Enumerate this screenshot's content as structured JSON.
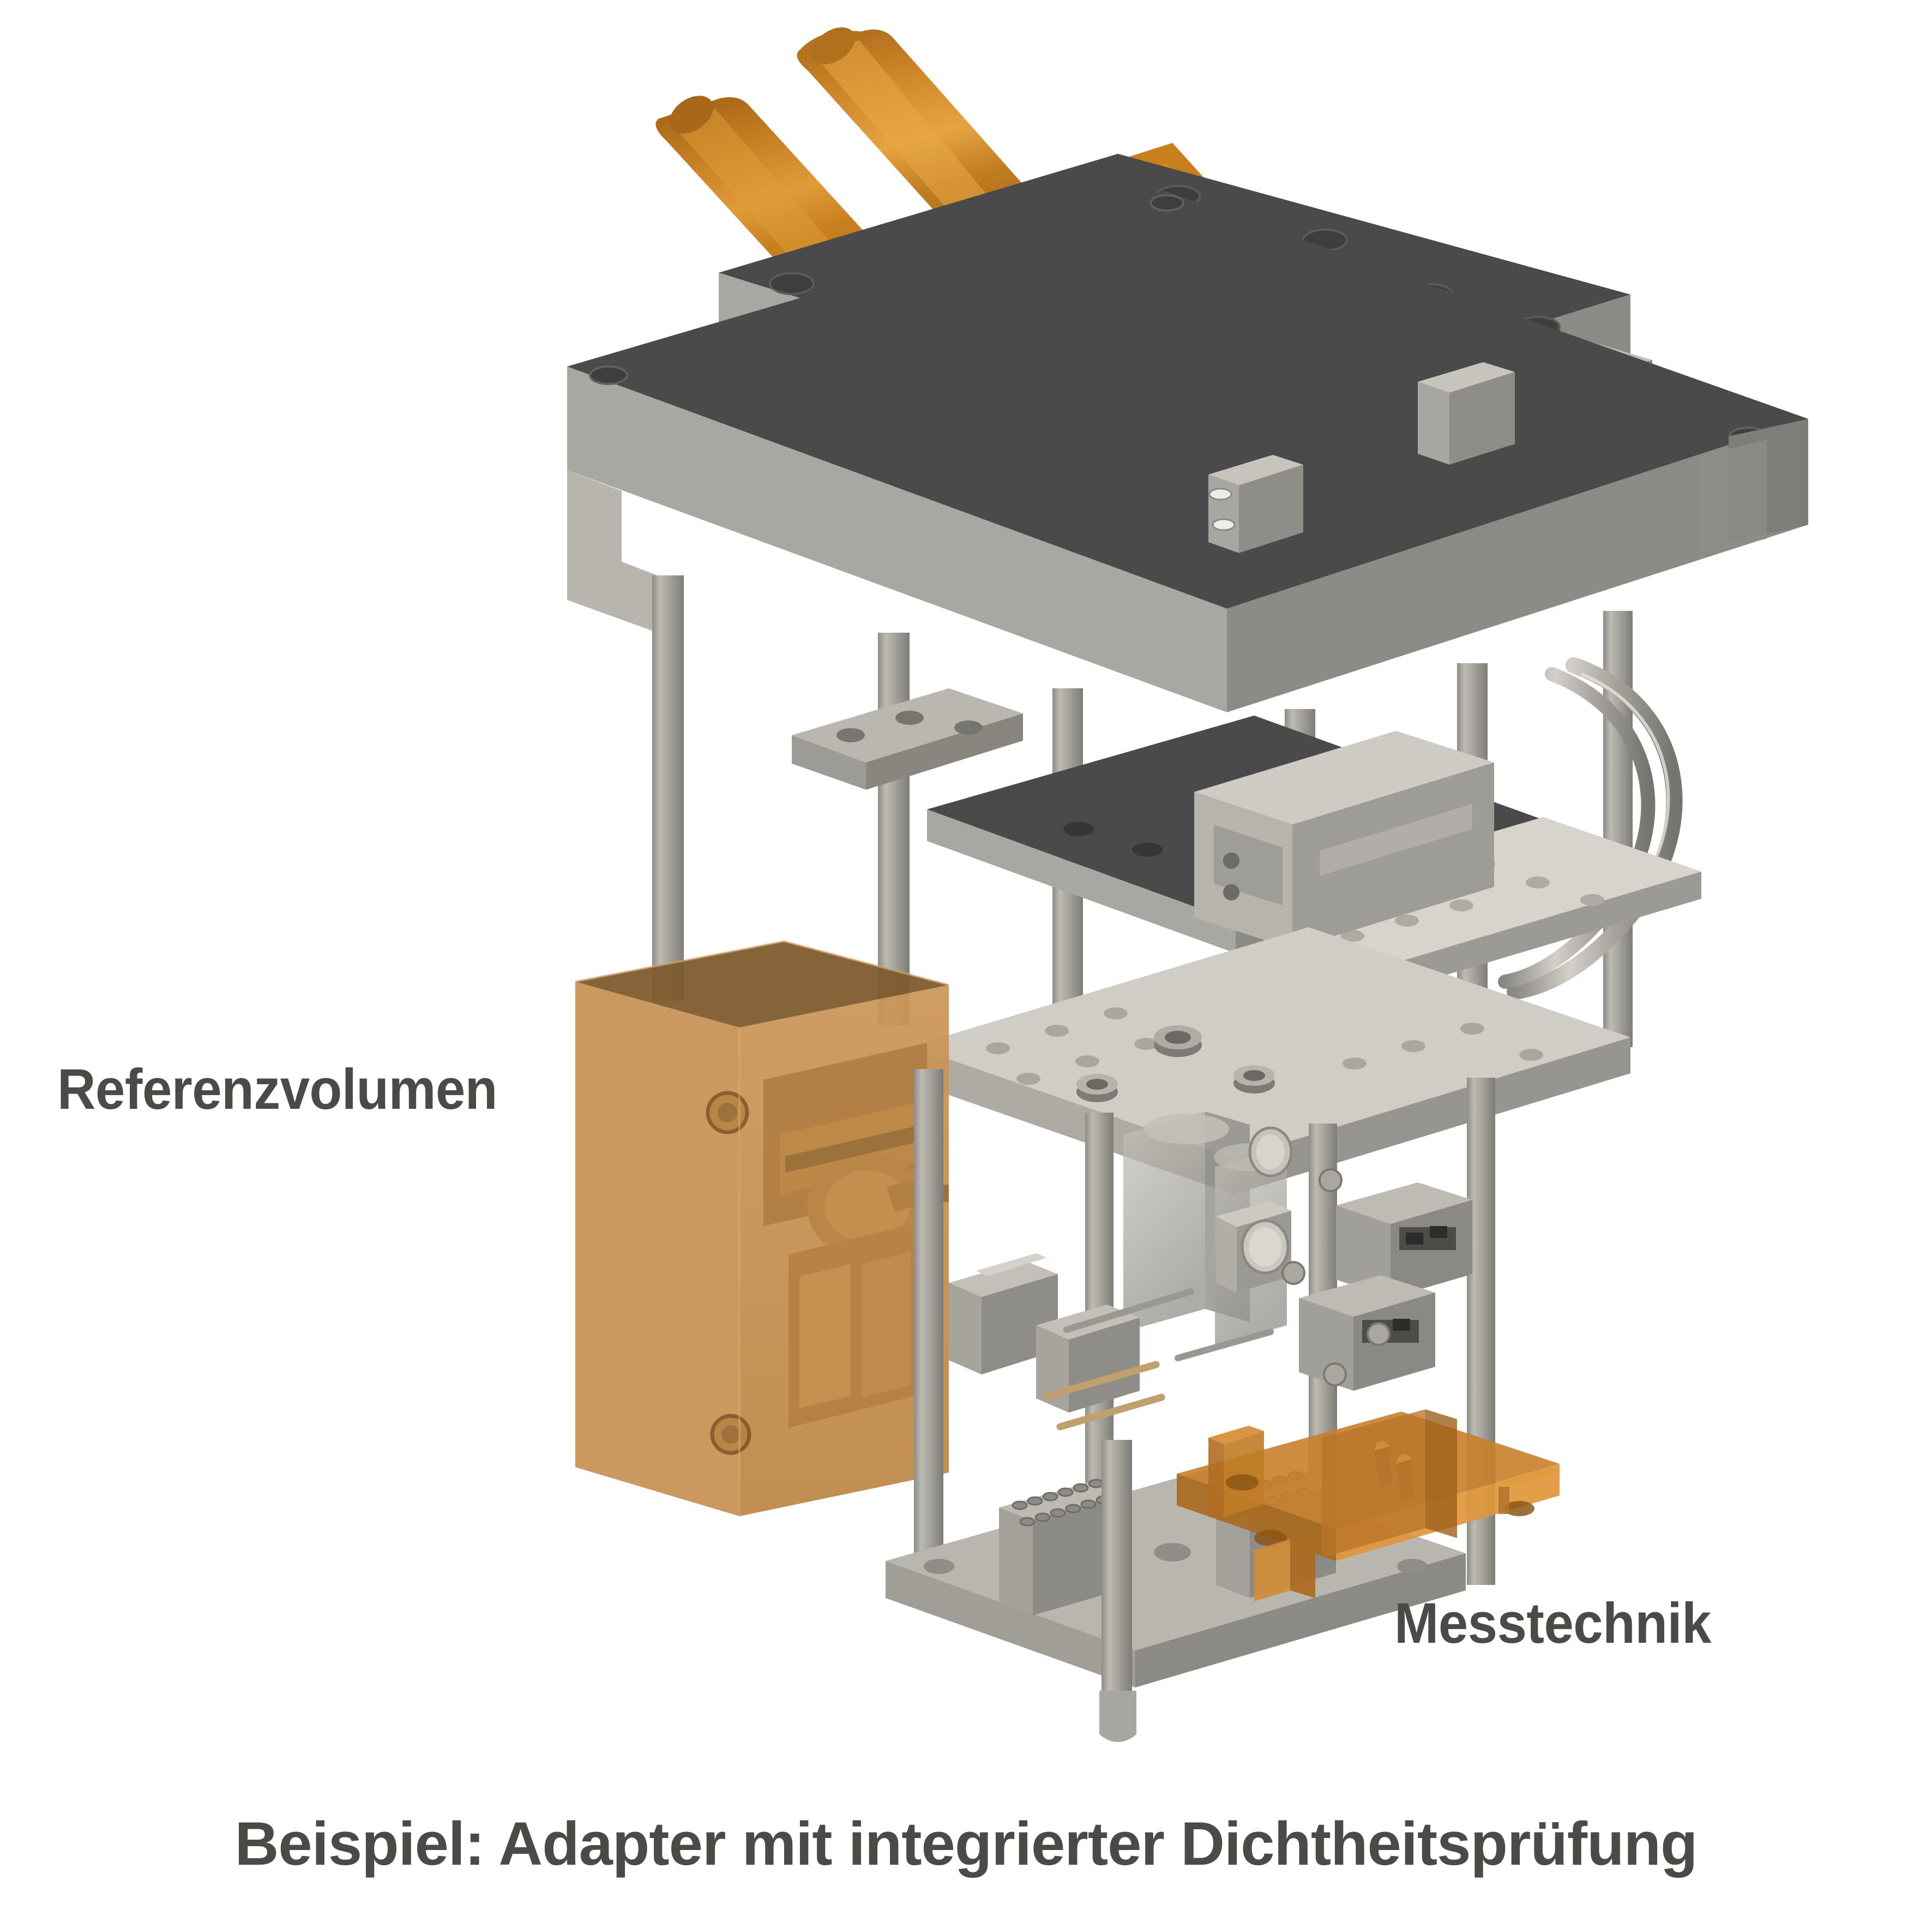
{
  "figure": {
    "type": "cad-technical-illustration",
    "subject": "Adapter mit integrierter Dichtheitsprüfung",
    "background_color": "#ffffff",
    "annotations": [
      {
        "id": "referenzvolumen",
        "text": "Referenzvolumen",
        "color": "#4a4a47",
        "points_to": "translucent orange reference volume box on the left of the assembly"
      },
      {
        "id": "messtechnik",
        "text": "Messtechnik",
        "color": "#4a4a47",
        "points_to": "translucent orange measurement-technology bracket at the lower right"
      }
    ],
    "caption": "Beispiel: Adapter mit integrierter Dichtheitsprüfung",
    "palette": {
      "metal_light": "#b5b3ac",
      "metal_mid": "#9b9993",
      "metal_dark": "#6f6d68",
      "metal_top_dark": "#4a4a4a",
      "metal_face_gray": "#a8a8a3",
      "orange_part": "#c8801f",
      "orange_part_light": "#d4892c",
      "orange_part_dark": "#a8671a",
      "reference_volume_top": "#7d5a2e",
      "reference_volume_face": "#c79153",
      "reference_volume_side": "#b57f42",
      "messtechnik_orange": "#c8802a",
      "text_gray": "#4a4a47"
    }
  }
}
